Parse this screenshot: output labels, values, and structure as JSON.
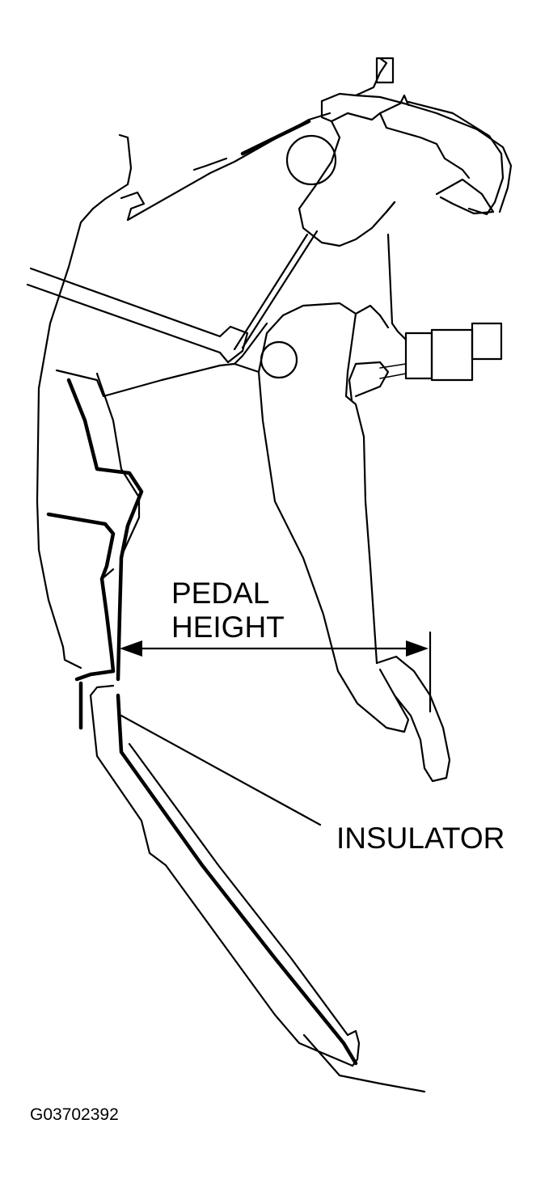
{
  "labels": {
    "pedal_line1": "PEDAL",
    "pedal_line2": "HEIGHT",
    "insulator": "INSULATOR"
  },
  "figure_id": "G03702392",
  "colors": {
    "ink": "#000000",
    "background": "#ffffff"
  }
}
